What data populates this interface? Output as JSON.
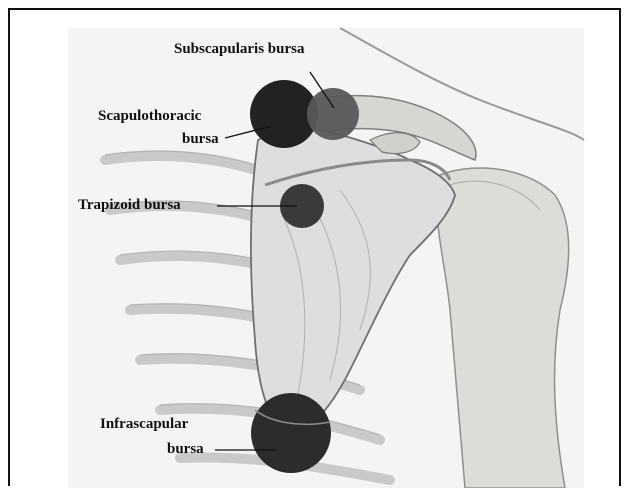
{
  "labels": {
    "subscapularis": "Subscapularis bursa",
    "scapulothoracic_line1": "Scapulothoracic",
    "scapulothoracic_line2": "bursa",
    "trapizoid": "Trapizoid bursa",
    "infrascapular_line1": "Infrascapular",
    "infrascapular_line2": "bursa"
  },
  "colors": {
    "bursa_fill": "#2b2b2b",
    "bursa_fill_light": "#5a5a5a",
    "bone_fill": "#d9d9d6",
    "background": "#f3f3f1",
    "line": "#111111"
  }
}
